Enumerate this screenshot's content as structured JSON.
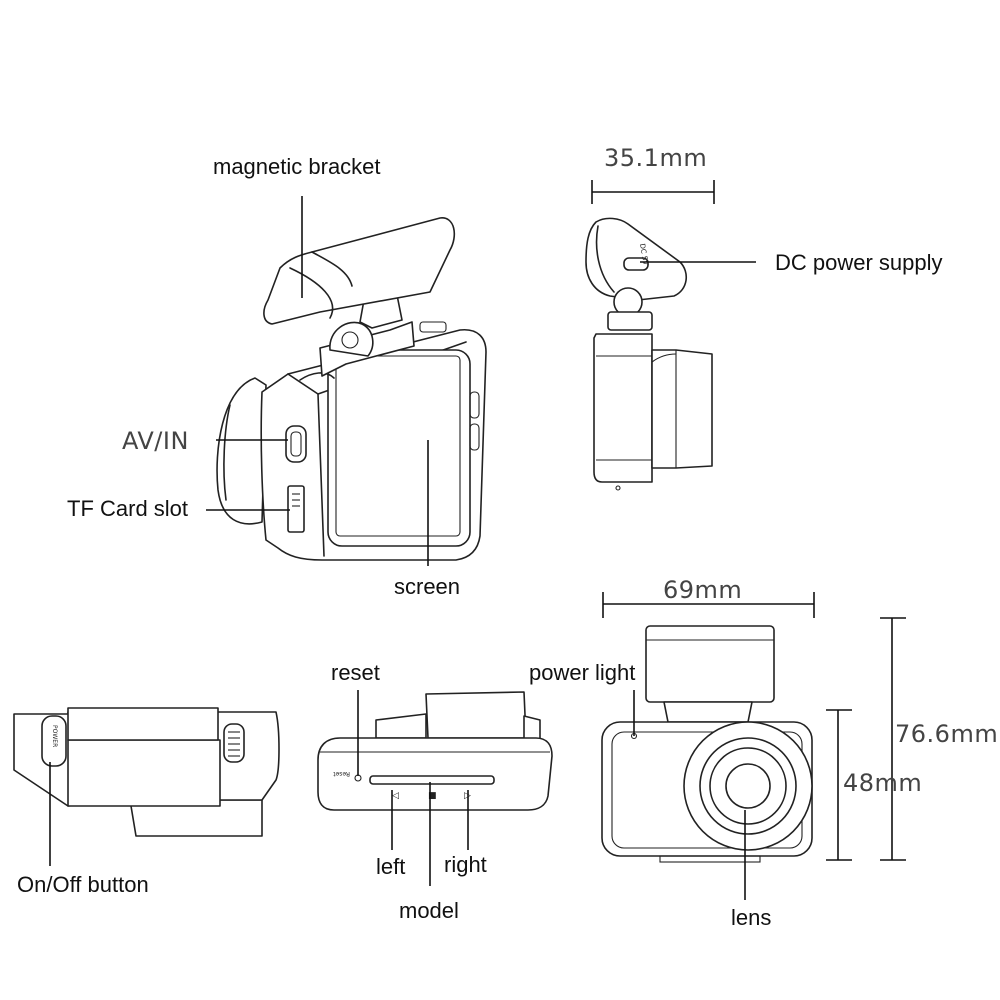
{
  "labels": {
    "magnetic_bracket": "magnetic bracket",
    "av_in": "AV/IN",
    "tf_card_slot": "TF Card slot",
    "screen": "screen",
    "dc_power_supply": "DC power supply",
    "on_off_button": "On/Off button",
    "reset": "reset",
    "left": "left",
    "right": "right",
    "model": "model",
    "power_light": "power light",
    "lens": "lens"
  },
  "dimensions": {
    "depth": "35.1mm",
    "width": "69mm",
    "total_height": "76.6mm",
    "body_height": "48mm"
  },
  "colors": {
    "stroke": "#222222",
    "text": "#111111"
  }
}
